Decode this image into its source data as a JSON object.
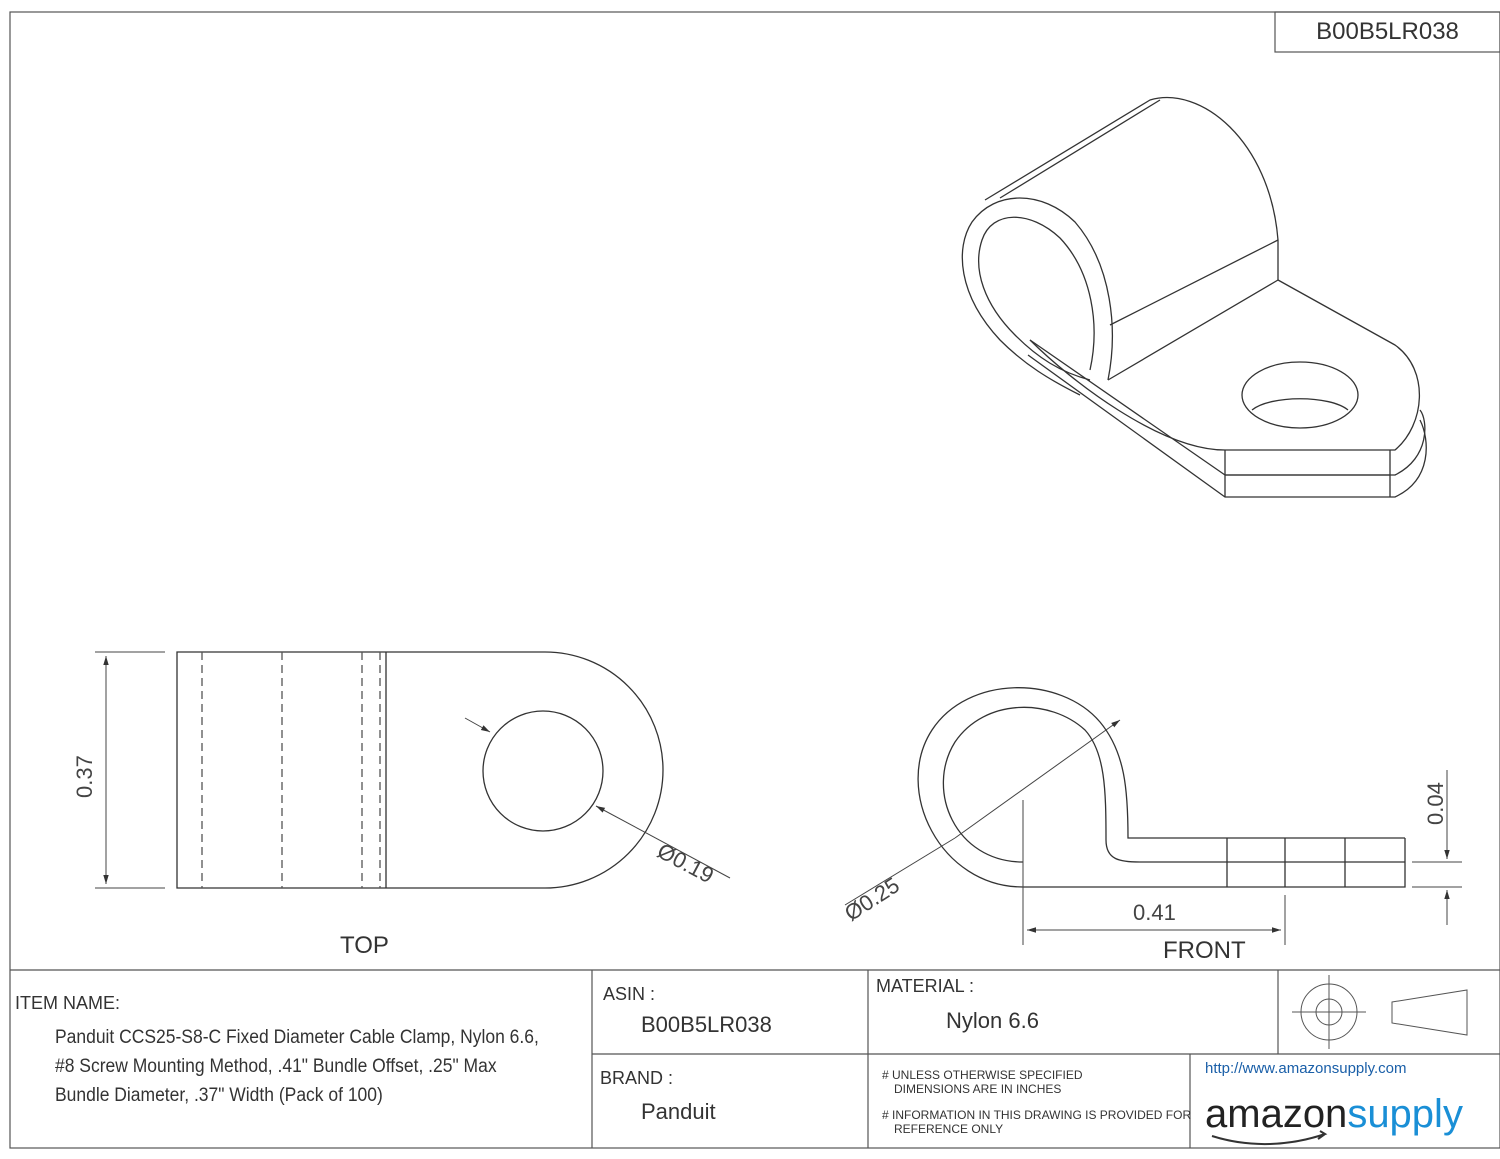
{
  "drawing_number": "B00B5LR038",
  "views": {
    "top_label": "TOP",
    "front_label": "FRONT"
  },
  "dimensions": {
    "width": "0.37",
    "hole_diameter": "Ø0.19",
    "bundle_diameter": "Ø0.25",
    "offset": "0.41",
    "thickness": "0.04"
  },
  "title_block": {
    "item_name_label": "ITEM NAME:",
    "item_name": "Panduit CCS25-S8-C Fixed Diameter Cable Clamp, Nylon 6.6, #8 Screw Mounting Method, .41\" Bundle Offset, .25\" Max Bundle Diameter, .37\" Width (Pack of 100)",
    "asin_label": "ASIN :",
    "asin": "B00B5LR038",
    "brand_label": "BRAND :",
    "brand": "Panduit",
    "material_label": "MATERIAL :",
    "material": "Nylon 6.6",
    "note1_line1": "# UNLESS OTHERWISE SPECIFIED",
    "note1_line2": "DIMENSIONS ARE IN INCHES",
    "note2_line1": "# INFORMATION IN THIS DRAWING IS PROVIDED FOR",
    "note2_line2": "REFERENCE ONLY",
    "url": "http://www.amazonsupply.com",
    "logo_part1": "amazon",
    "logo_part2": "supply"
  },
  "colors": {
    "line": "#333333",
    "logo_blue": "#1a8fd6"
  }
}
